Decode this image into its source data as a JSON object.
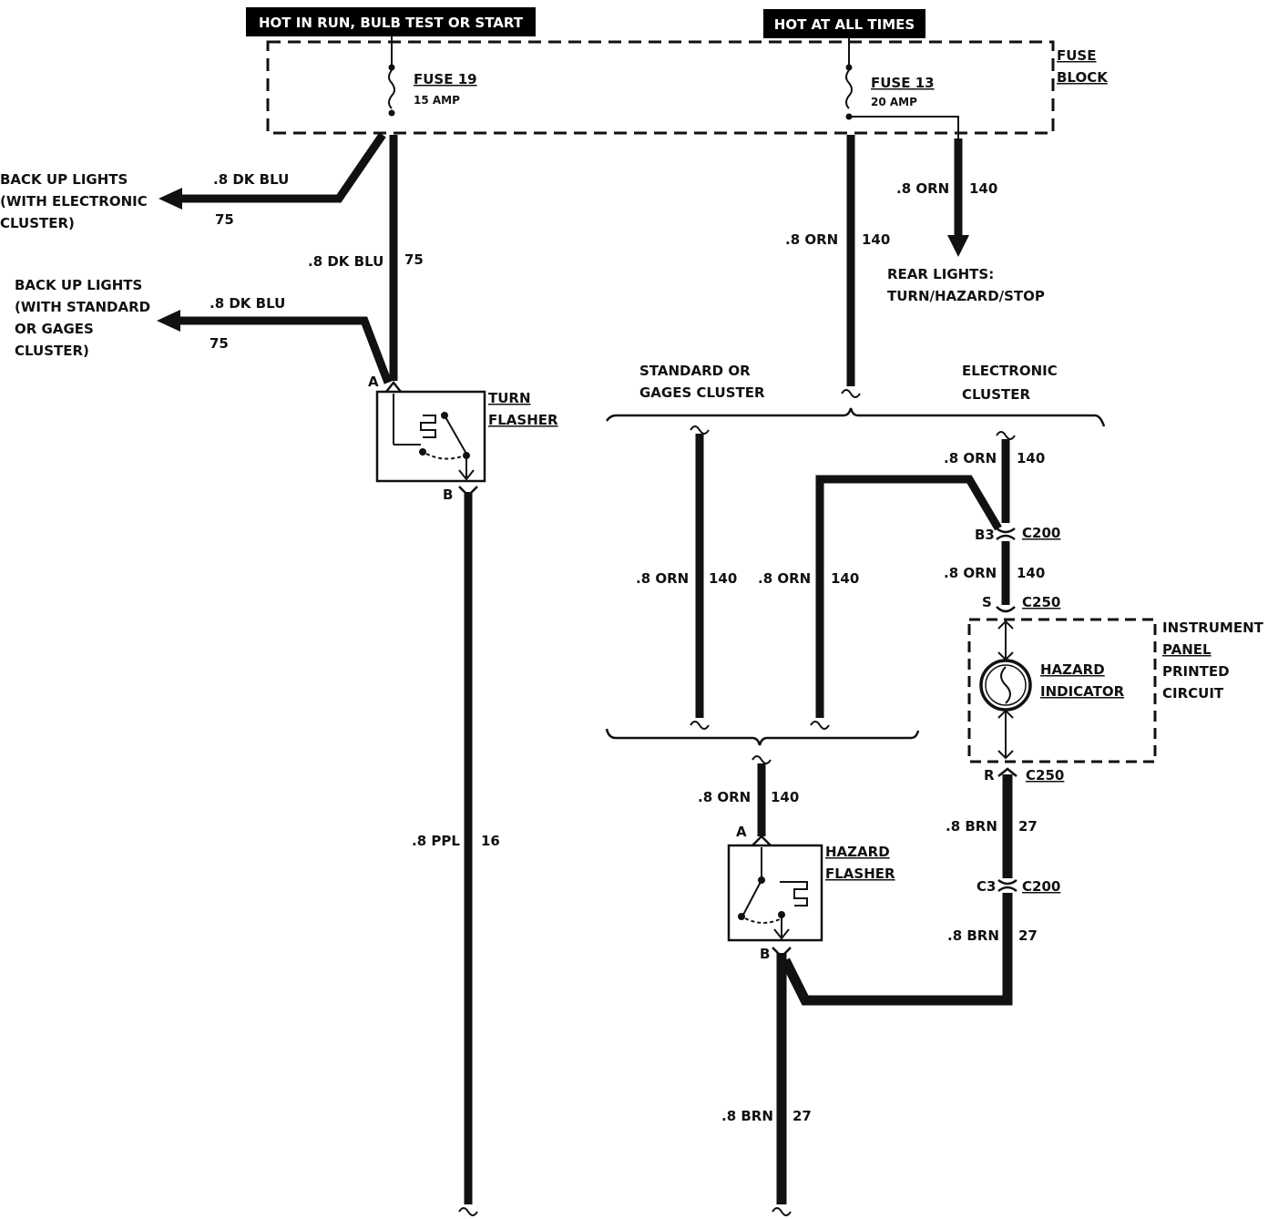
{
  "banners": {
    "hot_run": "HOT IN RUN, BULB TEST OR START",
    "hot_all": "HOT AT ALL TIMES"
  },
  "fuse_block": {
    "line1": "FUSE",
    "line2": "BLOCK"
  },
  "fuse19": {
    "name": "FUSE 19",
    "rating": "15 AMP"
  },
  "fuse13": {
    "name": "FUSE 13",
    "rating": "20 AMP"
  },
  "backup_electronic": {
    "line1": "BACK UP LIGHTS",
    "line2": "(WITH ELECTRONIC",
    "line3": "CLUSTER)",
    "wire": ".8 DK BLU",
    "circuit": "75"
  },
  "backup_standard": {
    "line1": "BACK UP LIGHTS",
    "line2": "(WITH STANDARD",
    "line3": "OR GAGES",
    "line4": "CLUSTER)",
    "wire": ".8 DK BLU",
    "circuit": "75"
  },
  "main_blu": {
    "wire": ".8 DK BLU",
    "circuit": "75"
  },
  "turn_flasher": {
    "line1": "TURN",
    "line2": "FLASHER",
    "pin_a": "A",
    "pin_b": "B"
  },
  "ppl_wire": {
    "wire": ".8 PPL",
    "circuit": "16"
  },
  "orn_main": {
    "wire": ".8 ORN",
    "circuit": "140"
  },
  "orn_rear": {
    "wire": ".8 ORN",
    "circuit": "140"
  },
  "rear_lights": {
    "line1": "REAR LIGHTS:",
    "line2": "TURN/HAZARD/STOP"
  },
  "standard_cluster": {
    "line1": "STANDARD OR",
    "line2": "GAGES CLUSTER"
  },
  "electronic_cluster": {
    "line1": "ELECTRONIC",
    "line2": "CLUSTER"
  },
  "std_left": {
    "wire": ".8 ORN",
    "circuit": "140"
  },
  "std_right": {
    "wire": ".8 ORN",
    "circuit": "140"
  },
  "elec_top": {
    "wire": ".8 ORN",
    "circuit": "140"
  },
  "c200_b3": {
    "pin": "B3",
    "connector": "C200"
  },
  "elec_mid": {
    "wire": ".8 ORN",
    "circuit": "140"
  },
  "c250_s": {
    "pin": "S",
    "connector": "C250"
  },
  "instrument_panel": {
    "line1": "INSTRUMENT",
    "line2": "PANEL",
    "line3": "PRINTED",
    "line4": "CIRCUIT"
  },
  "hazard_indicator": {
    "line1": "HAZARD",
    "line2": "INDICATOR"
  },
  "c250_r": {
    "pin": "R",
    "connector": "C250"
  },
  "brn_upper": {
    "wire": ".8 BRN",
    "circuit": "27"
  },
  "c200_c3": {
    "pin": "C3",
    "connector": "C200"
  },
  "brn_lower": {
    "wire": ".8 BRN",
    "circuit": "27"
  },
  "hazard_in": {
    "wire": ".8 ORN",
    "circuit": "140"
  },
  "hazard_flasher": {
    "line1": "HAZARD",
    "line2": "FLASHER",
    "pin_a": "A",
    "pin_b": "B"
  },
  "brn_bottom": {
    "wire": ".8 BRN",
    "circuit": "27"
  }
}
